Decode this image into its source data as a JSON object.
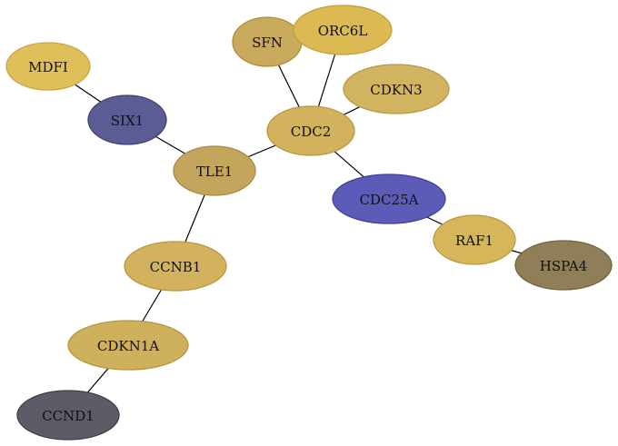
{
  "graph": {
    "nodes": [
      {
        "id": "MDFI",
        "label": "MDFI",
        "fill": "#dfbf5a",
        "stroke": "#c9a840"
      },
      {
        "id": "SIX1",
        "label": "SIX1",
        "fill": "#5c5c94",
        "stroke": "#41417a"
      },
      {
        "id": "TLE1",
        "label": "TLE1",
        "fill": "#c4a55c",
        "stroke": "#a98a40"
      },
      {
        "id": "SFN",
        "label": "SFN",
        "fill": "#c9aa5c",
        "stroke": "#ae8f40"
      },
      {
        "id": "ORC6L",
        "label": "ORC6L",
        "fill": "#ddb954",
        "stroke": "#c49e38"
      },
      {
        "id": "CDKN3",
        "label": "CDKN3",
        "fill": "#d2b35f",
        "stroke": "#b89844"
      },
      {
        "id": "CDC2",
        "label": "CDC2",
        "fill": "#d2b25c",
        "stroke": "#b89840"
      },
      {
        "id": "CDC25A",
        "label": "CDC25A",
        "fill": "#5c5cb8",
        "stroke": "#40409e"
      },
      {
        "id": "RAF1",
        "label": "RAF1",
        "fill": "#d6b65a",
        "stroke": "#bc9b3e"
      },
      {
        "id": "HSPA4",
        "label": "HSPA4",
        "fill": "#8f7e57",
        "stroke": "#72633d"
      },
      {
        "id": "CCNB1",
        "label": "CCNB1",
        "fill": "#d2b25c",
        "stroke": "#b89840"
      },
      {
        "id": "CDKN1A",
        "label": "CDKN1A",
        "fill": "#cfb05c",
        "stroke": "#b59540"
      },
      {
        "id": "CCND1",
        "label": "CCND1",
        "fill": "#5c5c66",
        "stroke": "#40404a"
      }
    ],
    "edges": [
      [
        "MDFI",
        "SIX1"
      ],
      [
        "SIX1",
        "TLE1"
      ],
      [
        "TLE1",
        "CDC2"
      ],
      [
        "TLE1",
        "CCNB1"
      ],
      [
        "CCNB1",
        "CDKN1A"
      ],
      [
        "CDKN1A",
        "CCND1"
      ],
      [
        "CDC2",
        "SFN"
      ],
      [
        "CDC2",
        "ORC6L"
      ],
      [
        "CDC2",
        "CDKN3"
      ],
      [
        "CDC2",
        "CDC25A"
      ],
      [
        "CDC25A",
        "RAF1"
      ],
      [
        "RAF1",
        "HSPA4"
      ]
    ]
  }
}
